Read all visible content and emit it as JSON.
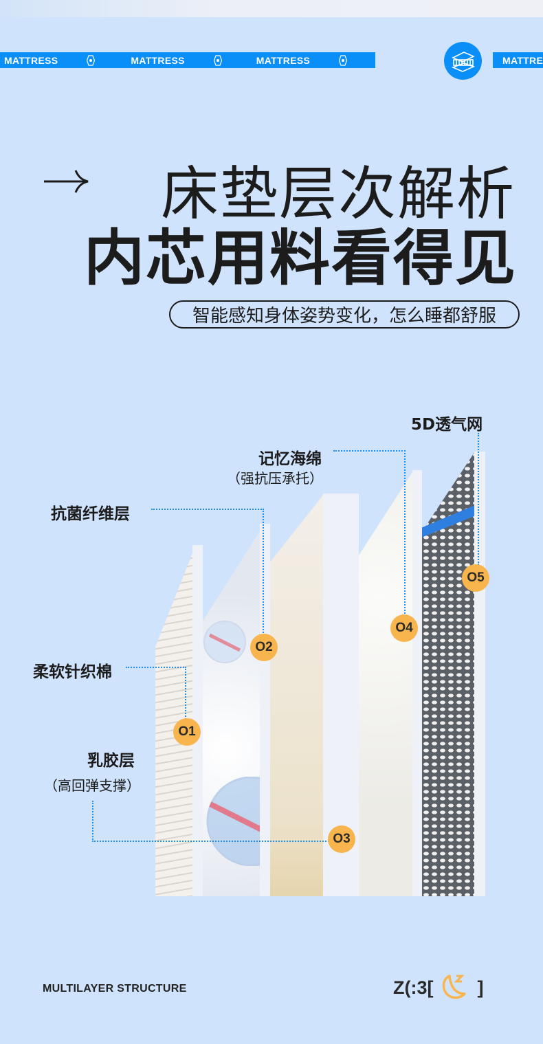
{
  "band": {
    "word": "MATTRESS"
  },
  "title": {
    "line1": "床垫层次解析",
    "line2": "内芯用料看得见"
  },
  "subtitle": "智能感知身体姿势变化，怎么睡都舒服",
  "layers": [
    {
      "num": "O1",
      "label": "柔软针织棉",
      "sub": ""
    },
    {
      "num": "O2",
      "label": "抗菌纤维层",
      "sub": ""
    },
    {
      "num": "O3",
      "label": "乳胶层",
      "sub": "（高回弹支撑）"
    },
    {
      "num": "O4",
      "label": "记忆海绵",
      "sub": "（强抗压承托）"
    },
    {
      "num": "O5",
      "label": "5D透气网",
      "sub": ""
    }
  ],
  "footer": {
    "left": "MULTILAYER STRUCTURE",
    "right_prefix": "Z(:3[",
    "right_suffix": "]"
  },
  "colors": {
    "background": "#d0e3fd",
    "accent": "#0a8ff8",
    "badge": "#f8b54e"
  }
}
